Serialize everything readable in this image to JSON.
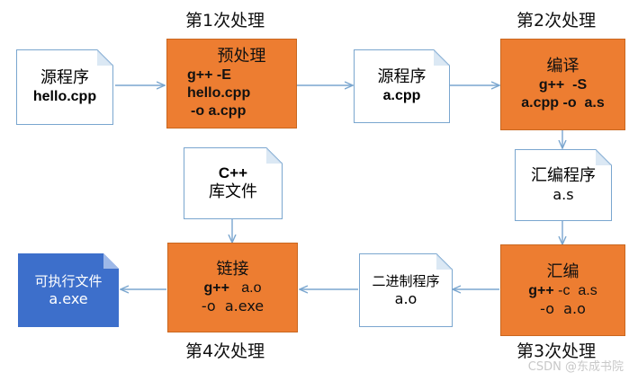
{
  "stages": {
    "s1": "第1次处理",
    "s2": "第2次处理",
    "s3": "第3次处理",
    "s4": "第4次处理"
  },
  "nodes": {
    "source_hello": {
      "title": "源程序",
      "sub": "hello.cpp"
    },
    "preprocess": {
      "title": "预处理",
      "line1": "g++ -E",
      "line2": "hello.cpp",
      "line3": "-o a.cpp"
    },
    "source_a": {
      "title": "源程序",
      "sub": "a.cpp"
    },
    "compile": {
      "title": "编译",
      "line1": "g++  -S",
      "line2": "a.cpp -o  a.s"
    },
    "asm_prog": {
      "title": "汇编程序",
      "sub": "a.s"
    },
    "assemble": {
      "title": "汇编",
      "line1": "g++ -c  a.s",
      "line2": "-o  a.o"
    },
    "binary": {
      "title": "二进制程序",
      "sub": "a.o"
    },
    "lib": {
      "title": "C++",
      "sub": "库文件"
    },
    "link": {
      "title": "链接",
      "line1": "g++   a.o",
      "line2": "-o  a.exe"
    },
    "exe": {
      "title": "可执行文件",
      "sub": "a.exe"
    }
  },
  "watermark": "CSDN @东成书院",
  "colors": {
    "process": "#ed7d31",
    "executable": "#3d6fcb",
    "doc_border": "#7aa6cf",
    "arrow": "#7aa6cf"
  }
}
